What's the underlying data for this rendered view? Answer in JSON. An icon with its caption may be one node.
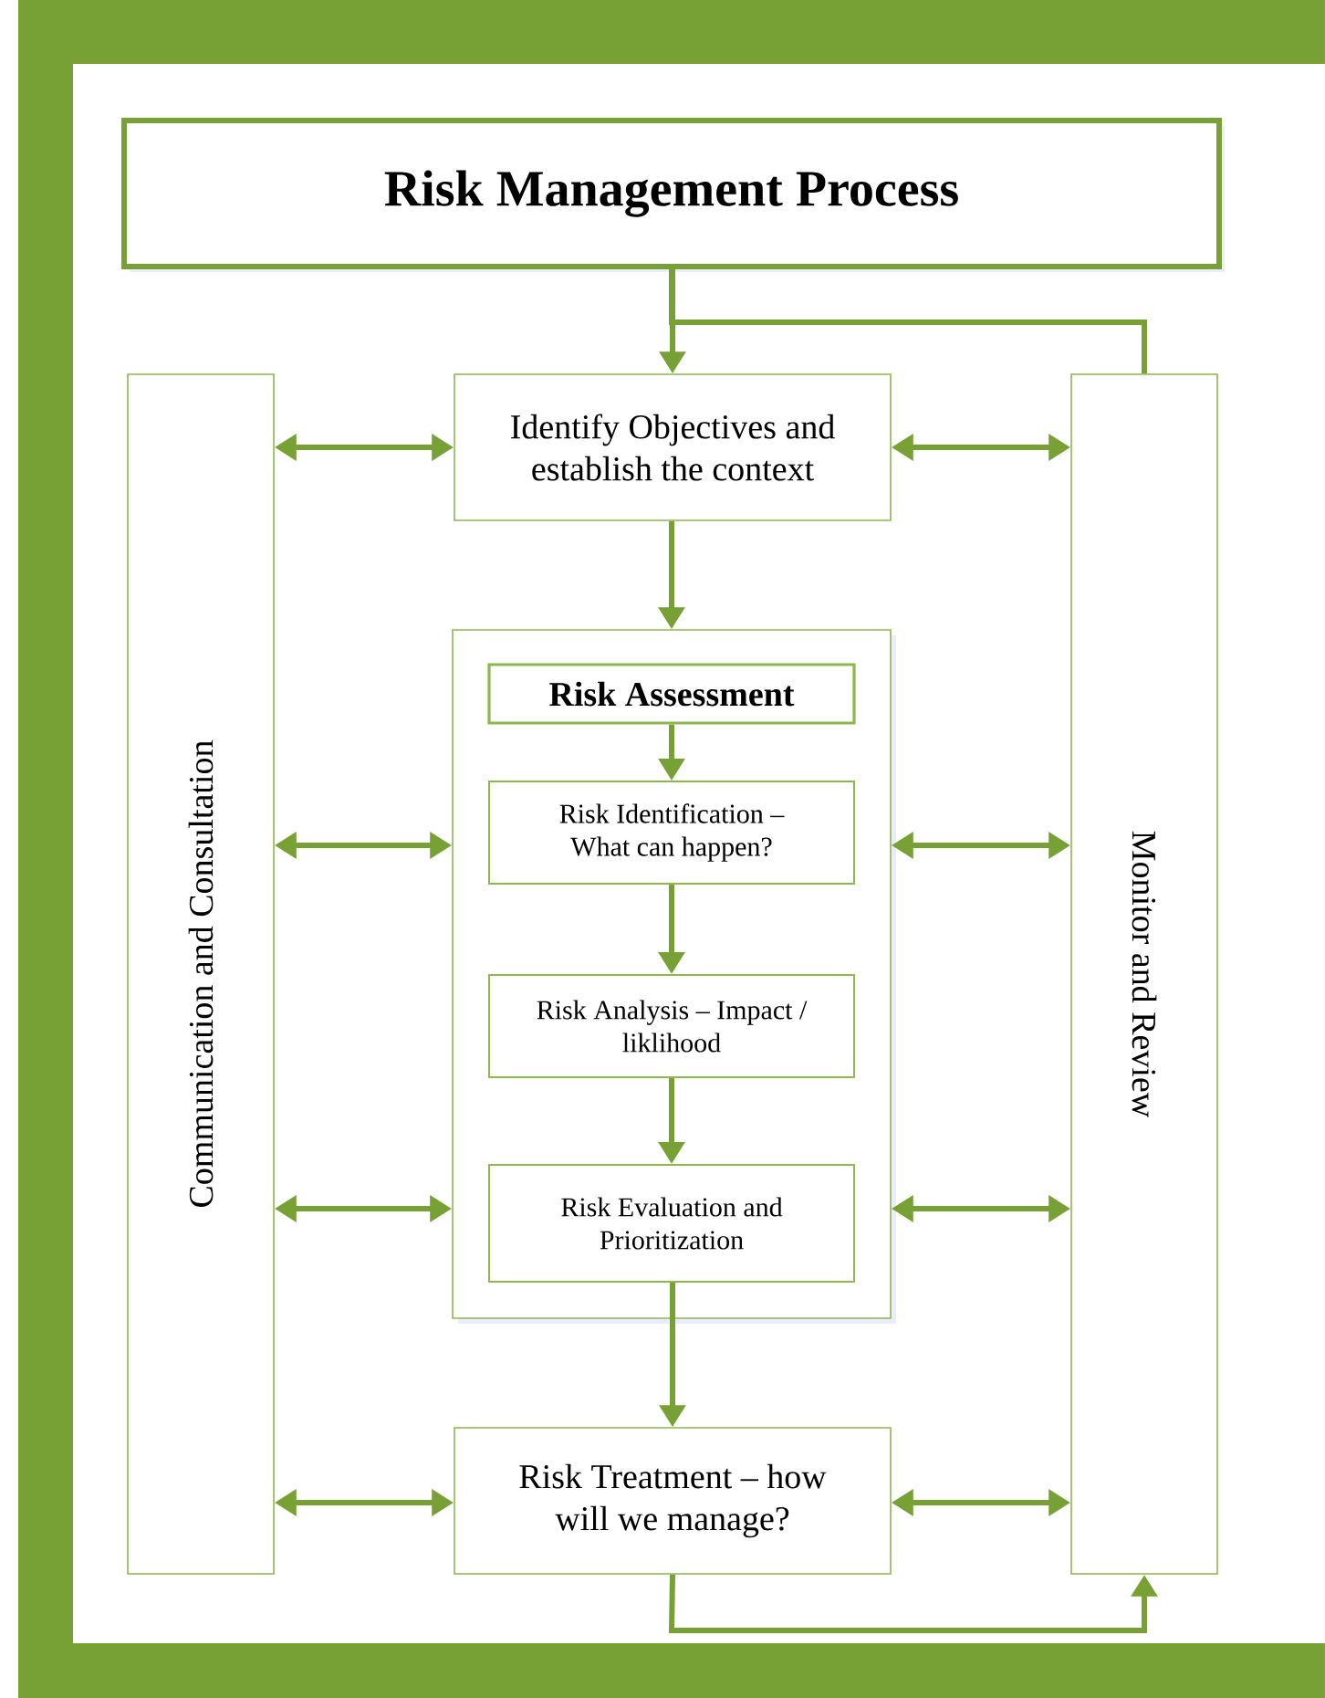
{
  "diagram": {
    "nodes": [
      {
        "text": [
          "Risk Management Process"
        ]
      },
      {
        "text": [
          "Communication and Consultation"
        ]
      },
      {
        "text": [
          "Identify Objectives and establish the context"
        ]
      },
      {
        "text": [
          "Monitor and Review"
        ]
      },
      {
        "text": [],
        "shape": "box"
      },
      {
        "text": [
          "Risk Assessment"
        ],
        "in": 4
      },
      {
        "text": [
          "Risk Identification – What can happen?"
        ],
        "in": 4
      },
      {
        "text": [
          "Risk Analysis – Impact / liklihood"
        ],
        "in": 4
      },
      {
        "text": [
          "Risk Evaluation and Prioritization"
        ],
        "in": 4
      },
      {
        "text": [
          "Risk Treatment – how will we manage?"
        ]
      }
    ],
    "edges": [
      {
        "from": 0,
        "to": 2,
        "arrow": "to"
      },
      {
        "from": 0,
        "to": 3,
        "arrow": "none"
      },
      {
        "from": 1,
        "to": 2,
        "arrow": "both"
      },
      {
        "from": 2,
        "to": 3,
        "arrow": "both"
      },
      {
        "from": 2,
        "to": 4,
        "arrow": "to"
      },
      {
        "from": 5,
        "to": 6,
        "arrow": "to"
      },
      {
        "from": 6,
        "to": 7,
        "arrow": "to"
      },
      {
        "from": 7,
        "to": 8,
        "arrow": "to"
      },
      {
        "from": 1,
        "to": 4,
        "arrow": "both"
      },
      {
        "from": 4,
        "to": 3,
        "arrow": "both"
      },
      {
        "from": 1,
        "to": 4,
        "arrow": "both"
      },
      {
        "from": 4,
        "to": 3,
        "arrow": "both"
      },
      {
        "from": 8,
        "to": 9,
        "arrow": "to"
      },
      {
        "from": 1,
        "to": 9,
        "arrow": "both"
      },
      {
        "from": 9,
        "to": 3,
        "arrow": "both"
      },
      {
        "from": 9,
        "to": 3,
        "arrow": "to"
      }
    ]
  }
}
